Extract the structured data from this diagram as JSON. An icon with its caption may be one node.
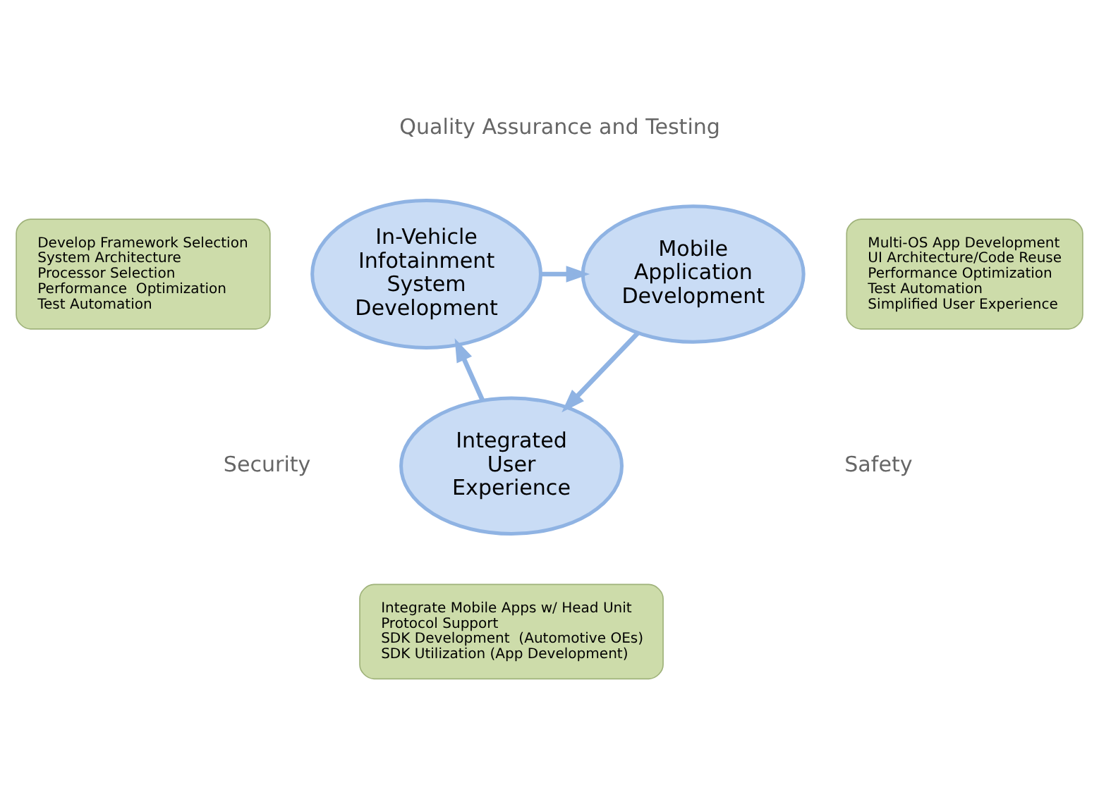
{
  "diagram": {
    "nodes": [
      {
        "text": [
          "In-Vehicle Infotainment System Development"
        ]
      },
      {
        "text": [
          "Mobile Application Development"
        ]
      },
      {
        "text": [
          "Integrated User Experience"
        ]
      },
      {
        "text": [
          "Develop Framework Selection",
          "System Architecture",
          "Processor Selection",
          "Performance  Optimization",
          "Test Automation"
        ]
      },
      {
        "text": [
          "Multi-OS App Development",
          "UI Architecture/Code Reuse",
          "Performance Optimization",
          "Test Automation",
          "Simplified User Experience"
        ]
      },
      {
        "text": [
          "Integrate Mobile Apps w/ Head Unit",
          "Protocol Support",
          "SDK Development  (Automotive OEs)",
          "SDK Utilization (App Development)"
        ]
      }
    ],
    "edges": [
      {
        "from": 0,
        "to": 1,
        "arrow": "to"
      },
      {
        "from": 1,
        "to": 2,
        "arrow": "to"
      },
      {
        "from": 2,
        "to": 0,
        "arrow": "to"
      }
    ],
    "labels": [
      "Quality Assurance and Testing",
      "Security",
      "Safety"
    ]
  }
}
